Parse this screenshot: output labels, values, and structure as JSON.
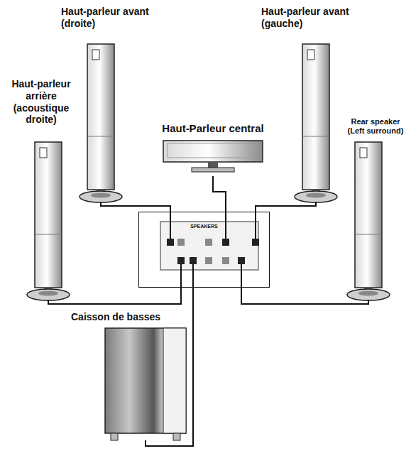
{
  "diagram": {
    "nodes": [
      {
        "text": [
          "Haut-parleur avant (droite)"
        ]
      },
      {
        "text": [
          "Haut-parleur avant (gauche)"
        ]
      },
      {
        "text": [
          "Haut-parleur arrière (acoustique droite)"
        ]
      },
      {
        "text": [
          "Haut-Parleur central"
        ]
      },
      {
        "text": [
          "Rear speaker (Left surround)"
        ]
      },
      {
        "text": [
          "SPEAKERS"
        ]
      },
      {
        "text": [
          "Caisson de basses"
        ]
      }
    ],
    "edges": [
      {
        "from": 0,
        "to": 5,
        "arrow": "none"
      },
      {
        "from": 1,
        "to": 5,
        "arrow": "none"
      },
      {
        "from": 3,
        "to": 5,
        "arrow": "none"
      },
      {
        "from": 2,
        "to": 5,
        "arrow": "none"
      },
      {
        "from": 4,
        "to": 5,
        "arrow": "none"
      },
      {
        "from": 6,
        "to": 5,
        "arrow": "none"
      }
    ]
  }
}
